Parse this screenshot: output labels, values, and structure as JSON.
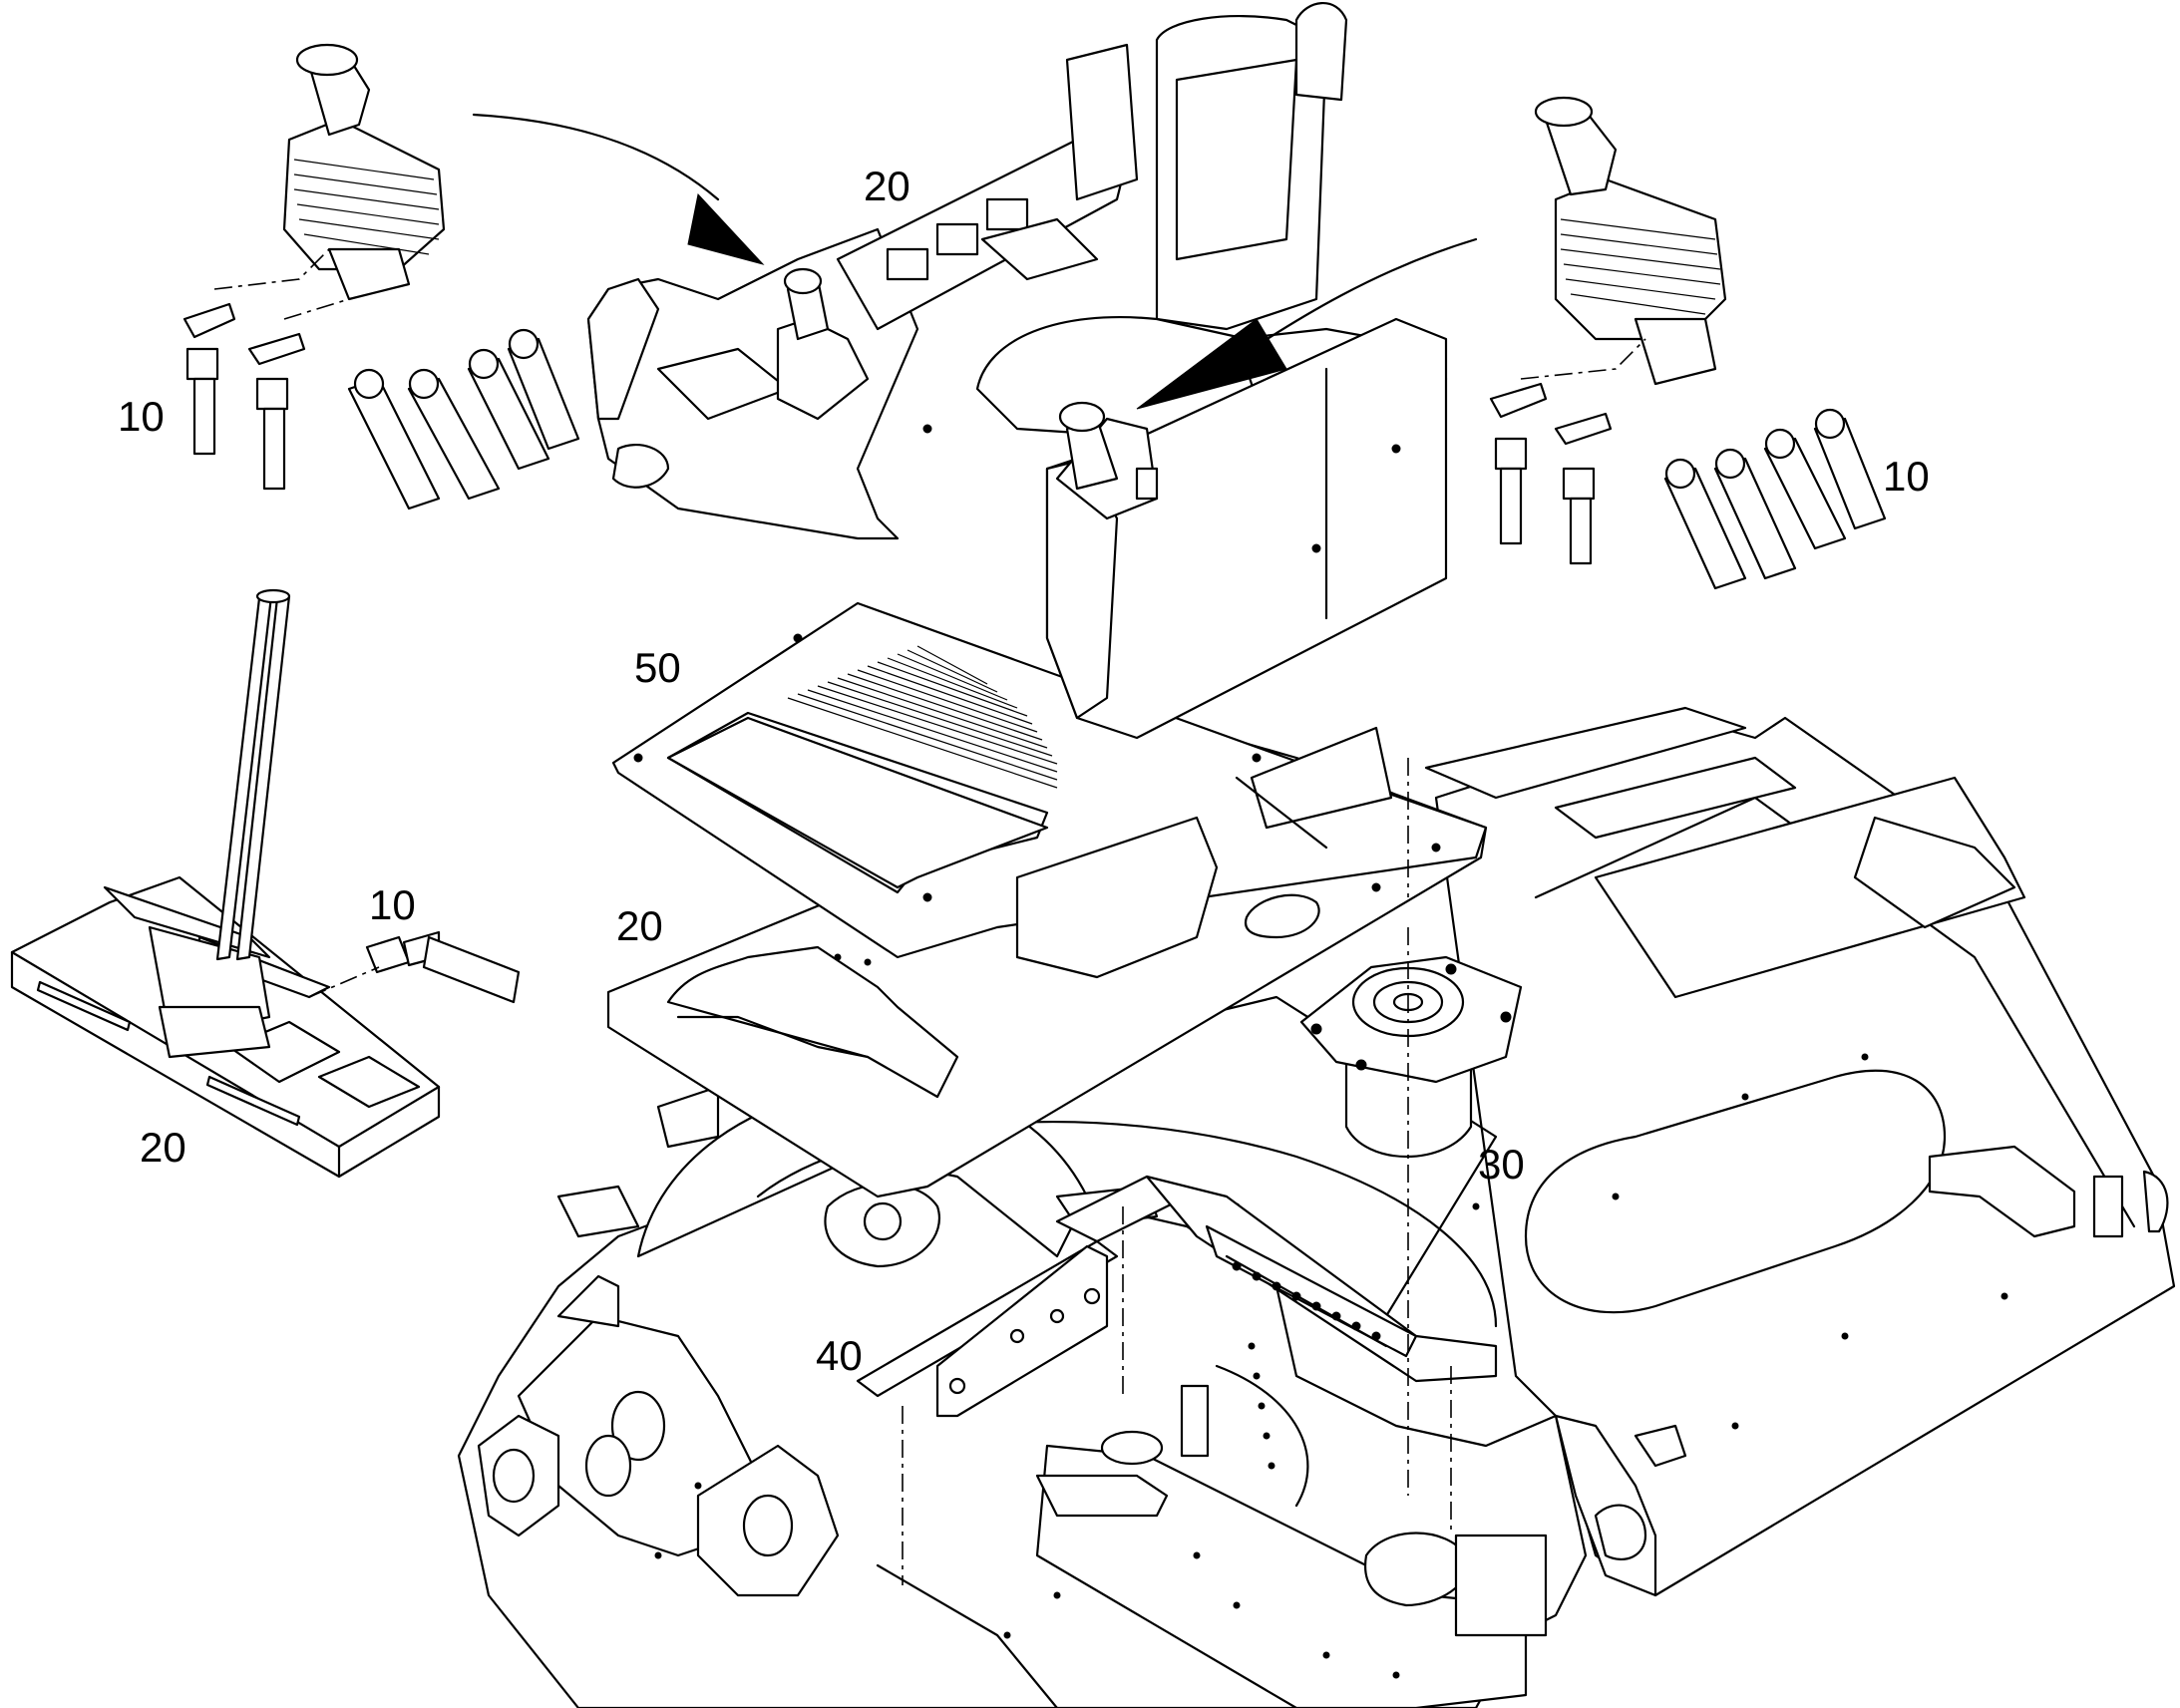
{
  "callouts": {
    "c10_top_left": "10",
    "c20_top": "20",
    "c10_top_right": "10",
    "c50": "50",
    "c20_left": "20",
    "c10_middle": "10",
    "c20_bottom_left": "20",
    "c30": "30",
    "c40": "40"
  },
  "colors": {
    "line": "#000000",
    "background": "#ffffff"
  }
}
